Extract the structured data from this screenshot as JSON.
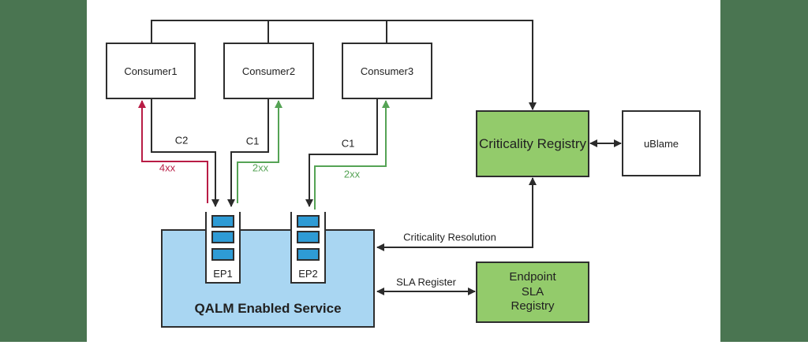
{
  "colors": {
    "sidebar": "#4A7551",
    "box_green": "#93CB6B",
    "box_blue": "#A9D6F2",
    "queue_item": "#2E9BD5",
    "line_black": "#2B2B2B",
    "line_red": "#B91C45",
    "line_green": "#55A355",
    "border_dark": "#2E2E2E"
  },
  "nodes": {
    "consumer1": "Consumer1",
    "consumer2": "Consumer2",
    "consumer3": "Consumer3",
    "criticality_registry": "Criticality Registry",
    "ublame": "uBlame",
    "qalm_service": "QALM Enabled Service",
    "ep1": "EP1",
    "ep2": "EP2",
    "endpoint_sla_line1": "Endpoint",
    "endpoint_sla_line2": "SLA",
    "endpoint_sla_line3": "Registry"
  },
  "edge_labels": {
    "c2": "C2",
    "c1_consumer2": "C1",
    "c1_consumer3": "C1",
    "resp_4xx": "4xx",
    "resp_2xx_consumer2": "2xx",
    "resp_2xx_consumer3": "2xx",
    "criticality_resolution": "Criticality Resolution",
    "sla_register": "SLA Register"
  }
}
